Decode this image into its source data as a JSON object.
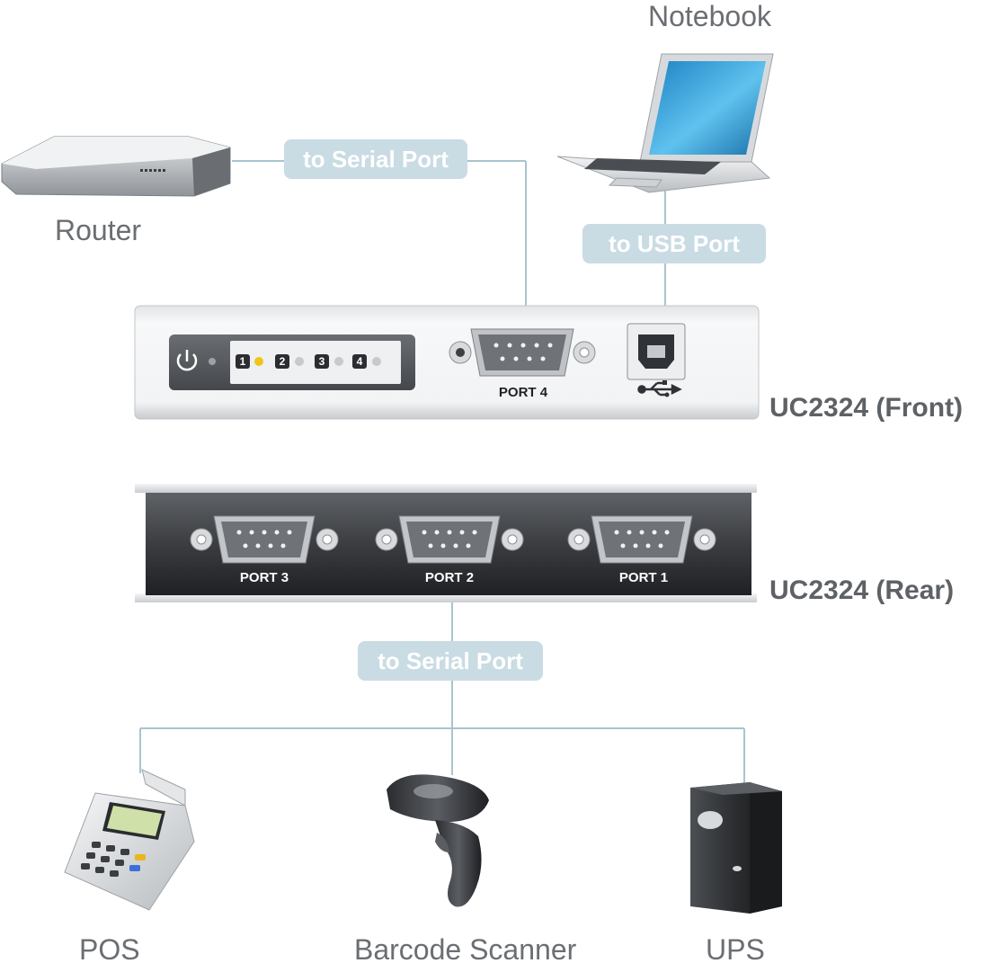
{
  "devices": {
    "notebook": "Notebook",
    "router": "Router",
    "pos": "POS",
    "barcode_scanner": "Barcode Scanner",
    "ups": "UPS"
  },
  "connections": {
    "router_link": "to Serial Port",
    "notebook_link": "to USB Port",
    "rear_link": "to Serial Port"
  },
  "hub": {
    "front_label": "UC2324 (Front)",
    "rear_label": "UC2324 (Rear)",
    "front_port": "PORT 4",
    "rear_ports": [
      "PORT 3",
      "PORT 2",
      "PORT 1"
    ],
    "led_numbers": [
      "1",
      "2",
      "3",
      "4"
    ]
  },
  "colors": {
    "connector_line": "#a9c4cf",
    "label_pill": "#c9dbe3",
    "led_active": "#f2c31a"
  }
}
